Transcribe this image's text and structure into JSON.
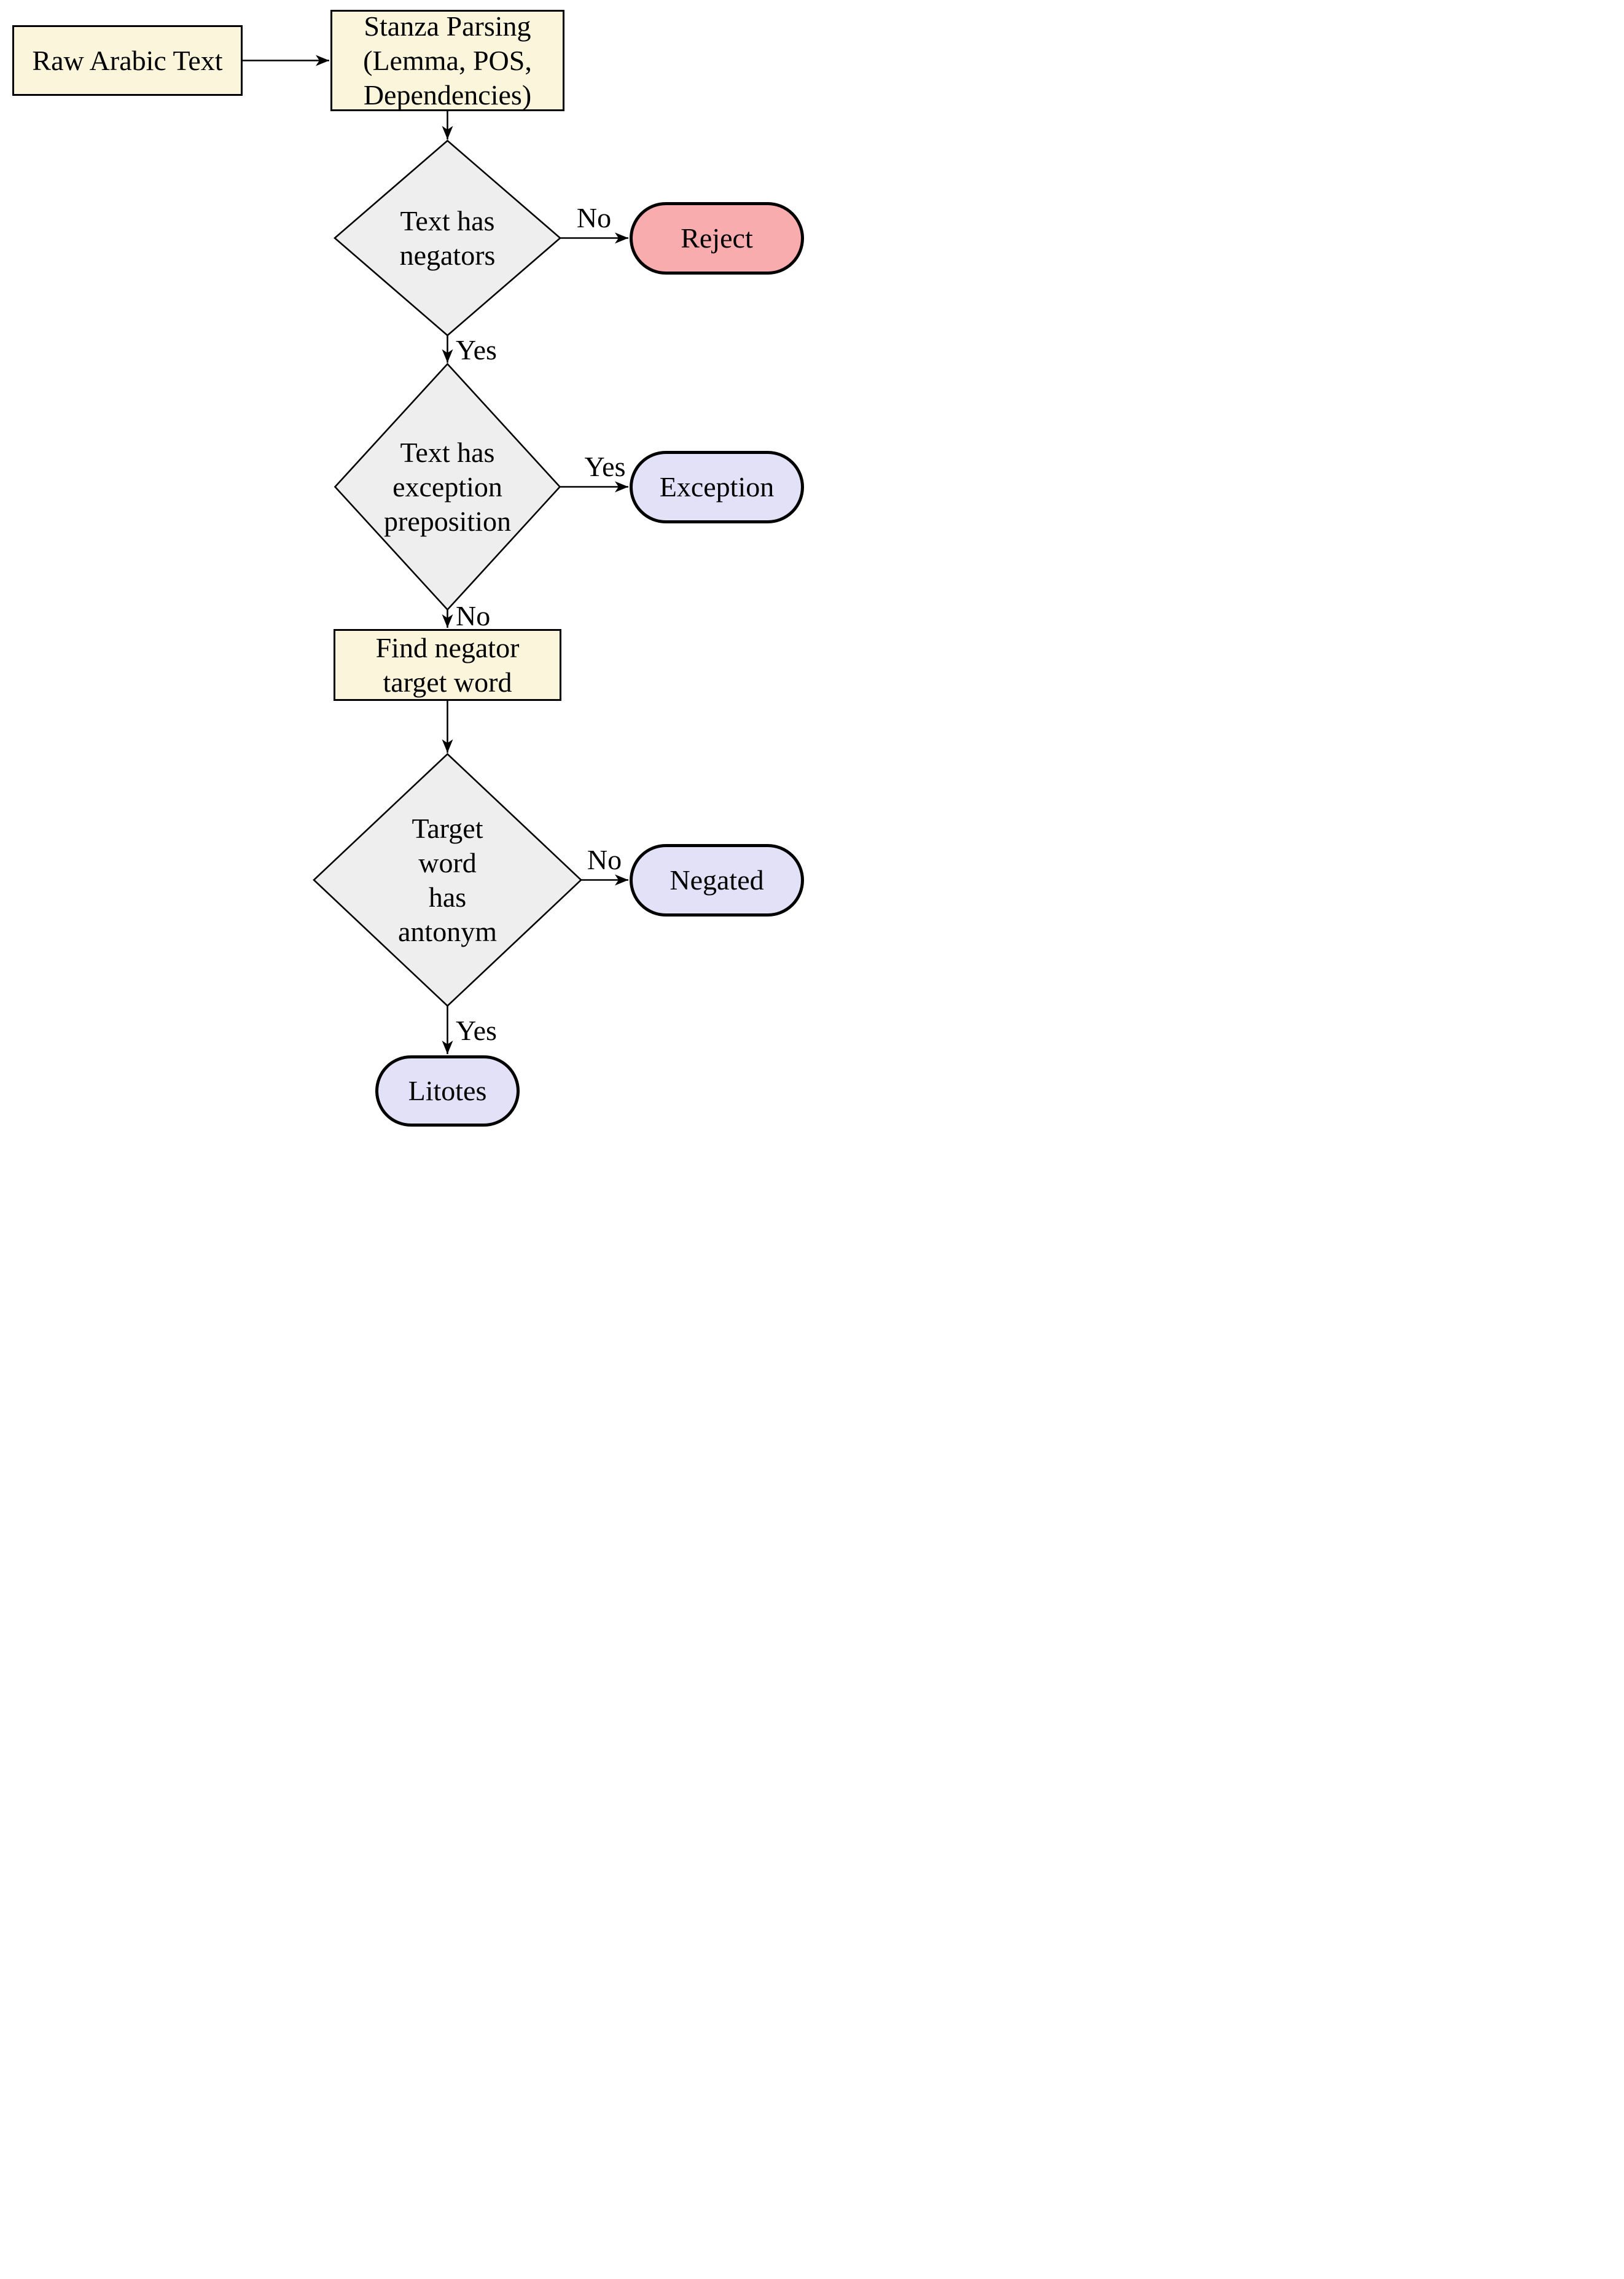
{
  "diagram": {
    "type": "flowchart",
    "colors": {
      "process_fill": "#FBF5DC",
      "decision_fill": "#EEEEEE",
      "reject_fill": "#F8ACAE",
      "outcome_fill": "#E2E1F8",
      "stroke": "#000000",
      "background": "#FFFFFF"
    },
    "nodes": {
      "raw_text": {
        "type": "process",
        "lines": [
          "Raw Arabic Text"
        ]
      },
      "stanza": {
        "type": "process",
        "lines": [
          "Stanza Parsing",
          "(Lemma, POS,",
          "Dependencies)"
        ]
      },
      "d_negators": {
        "type": "decision",
        "lines": [
          "Text has",
          "negators"
        ]
      },
      "d_exception": {
        "type": "decision",
        "lines": [
          "Text has",
          "exception",
          "preposition"
        ]
      },
      "find_target": {
        "type": "process",
        "lines": [
          "Find negator",
          "target word"
        ]
      },
      "d_antonym": {
        "type": "decision",
        "lines": [
          "Target",
          "word",
          "has",
          "antonym"
        ]
      },
      "reject": {
        "type": "terminal",
        "label": "Reject"
      },
      "exception": {
        "type": "terminal",
        "label": "Exception"
      },
      "negated": {
        "type": "terminal",
        "label": "Negated"
      },
      "litotes": {
        "type": "terminal",
        "label": "Litotes"
      }
    },
    "edge_labels": {
      "d1_no": "No",
      "d1_yes": "Yes",
      "d2_yes": "Yes",
      "d2_no": "No",
      "d3_no": "No",
      "d3_yes": "Yes"
    }
  }
}
